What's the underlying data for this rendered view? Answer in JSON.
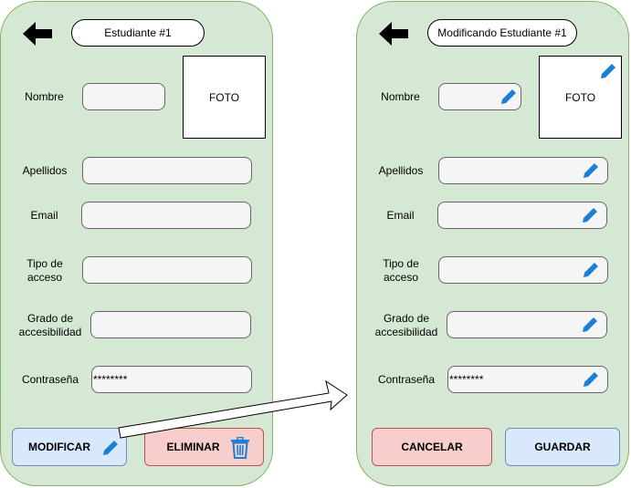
{
  "left_screen": {
    "title": "Estudiante #1",
    "photo_label": "FOTO",
    "labels": {
      "nombre": "Nombre",
      "apellidos": "Apellidos",
      "email": "Email",
      "tipo_acceso_1": "Tipo de",
      "tipo_acceso_2": "acceso",
      "grado_1": "Grado de",
      "grado_2": "accesibilidad",
      "contrasena": "Contraseña"
    },
    "password_value": "********",
    "modify_button": "MODIFICAR",
    "delete_button": "ELIMINAR"
  },
  "right_screen": {
    "title": "Modificando Estudiante #1",
    "photo_label": "FOTO",
    "labels": {
      "nombre": "Nombre",
      "apellidos": "Apellidos",
      "email": "Email",
      "tipo_acceso_1": "Tipo de",
      "tipo_acceso_2": "acceso",
      "grado_1": "Grado de",
      "grado_2": "accesibilidad",
      "contrasena": "Contraseña"
    },
    "password_value": "********",
    "cancel_button": "CANCELAR",
    "save_button": "GUARDAR"
  },
  "colors": {
    "phone_fill": "#d5e8d4",
    "phone_border": "#82b366",
    "button_blue": "#dae8fc",
    "button_red": "#f8cecc",
    "pencil": "#1a7fd6"
  },
  "icons": [
    "back-arrow-icon",
    "pencil-icon",
    "trash-icon"
  ]
}
